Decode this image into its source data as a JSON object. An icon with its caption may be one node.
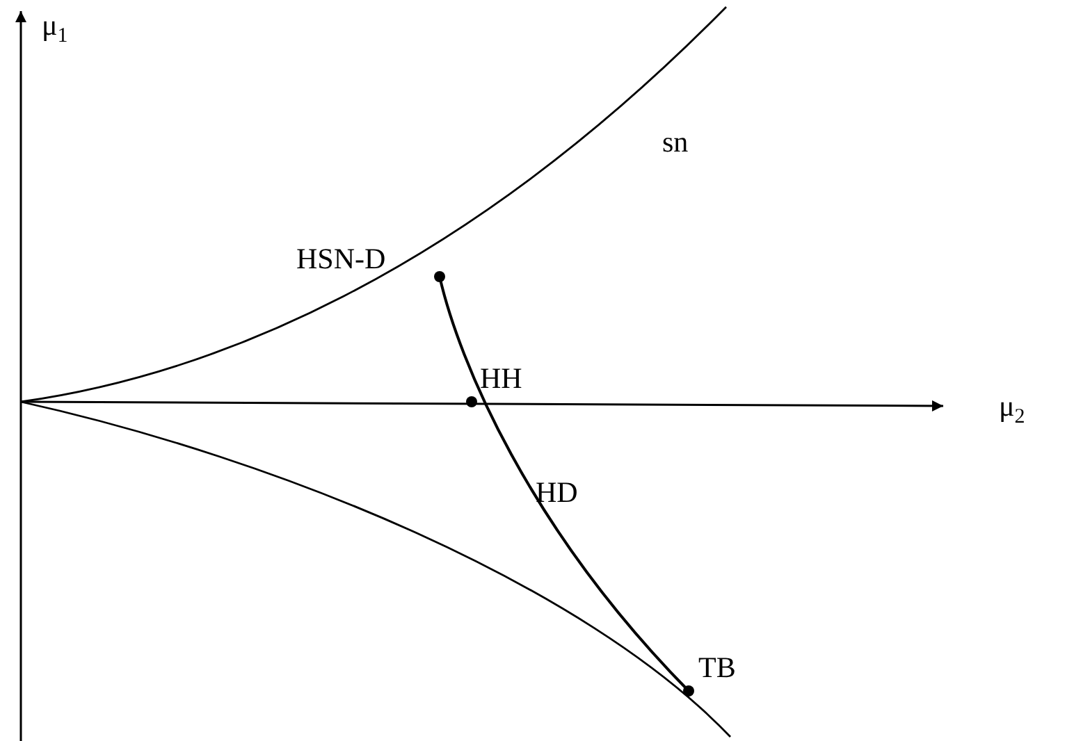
{
  "diagram": {
    "labels": [
      "μ$_{1}$",
      "sn",
      "HSN-D",
      "HH",
      "HD",
      "TB",
      "μ$_{2}$"
    ]
  }
}
